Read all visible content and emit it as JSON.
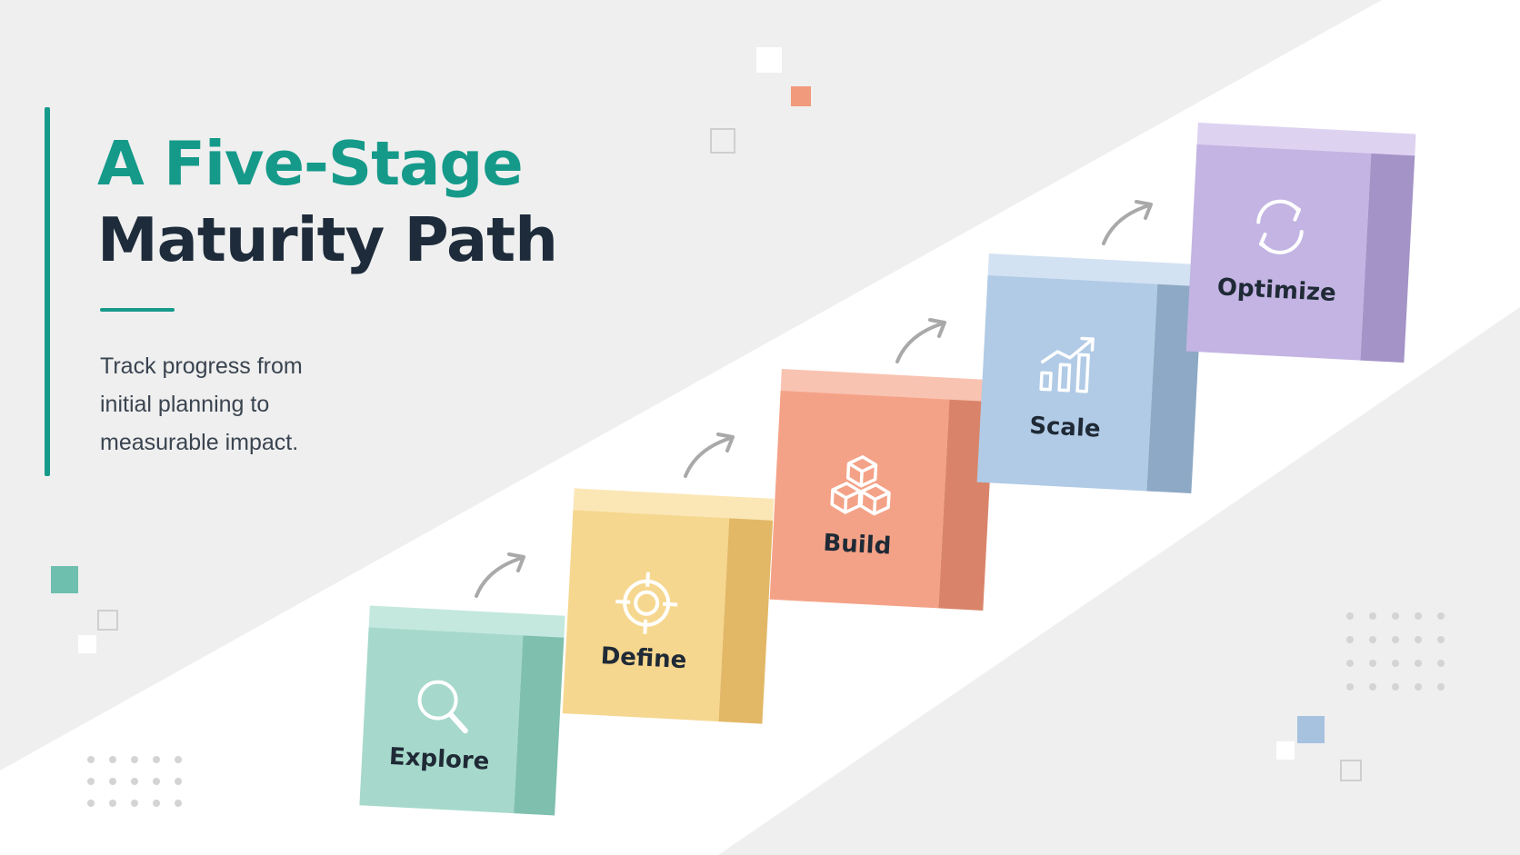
{
  "title": {
    "line1": "A Five-Stage",
    "line2": "Maturity Path"
  },
  "subtitle": {
    "line1": "Track progress from",
    "line2": "initial planning to",
    "line3": "measurable impact."
  },
  "stages": [
    {
      "label": "Explore",
      "icon": "search-icon",
      "front": "#a6d9cb",
      "top": "#c4e8de",
      "side": "#7fbfae"
    },
    {
      "label": "Define",
      "icon": "target-icon",
      "front": "#f6d78f",
      "top": "#fbe7b6",
      "side": "#e2b866"
    },
    {
      "label": "Build",
      "icon": "cubes-icon",
      "front": "#f4a287",
      "top": "#f9c3b1",
      "side": "#d9846a"
    },
    {
      "label": "Scale",
      "icon": "growth-chart-icon",
      "front": "#b1cbe6",
      "top": "#d3e2f2",
      "side": "#8ea9c5"
    },
    {
      "label": "Optimize",
      "icon": "cycle-icon",
      "front": "#c3b4e3",
      "top": "#ddd3f1",
      "side": "#a393c7"
    }
  ],
  "colors": {
    "accent": "#169a8a",
    "heading_dark": "#1e2b3a"
  }
}
